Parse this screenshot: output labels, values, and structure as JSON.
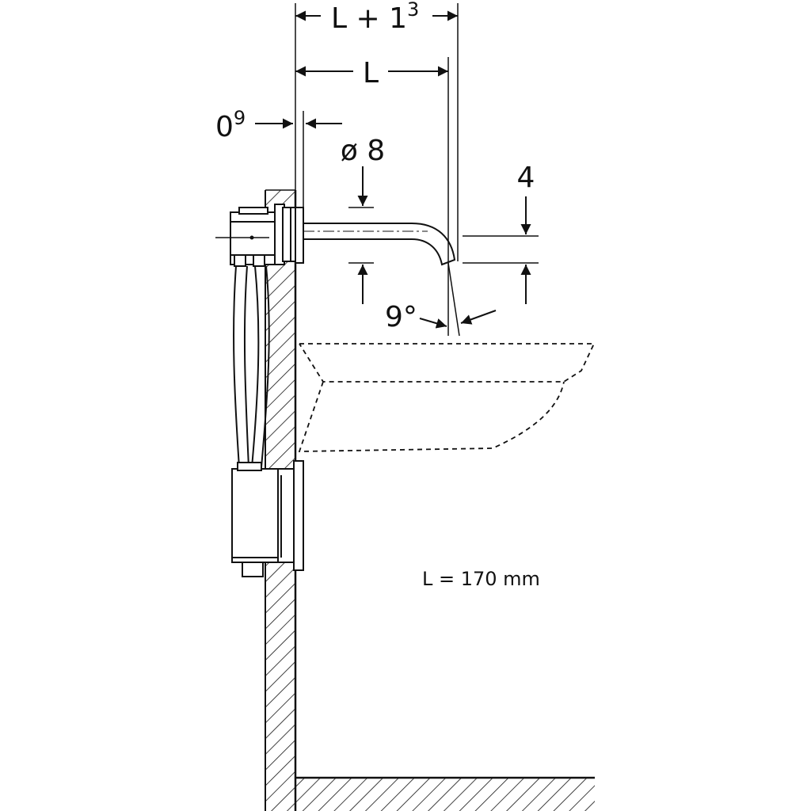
{
  "dimensions": {
    "overall_width": {
      "base": "L + 1",
      "sup": "3"
    },
    "spout_length": "L",
    "wall_offset": {
      "base": "0",
      "sup": "9"
    },
    "diameter": "ø 8",
    "height": "4",
    "angle": "9°"
  },
  "note": "L = 170 mm",
  "colors": {
    "line": "#111111",
    "background": "#ffffff"
  }
}
